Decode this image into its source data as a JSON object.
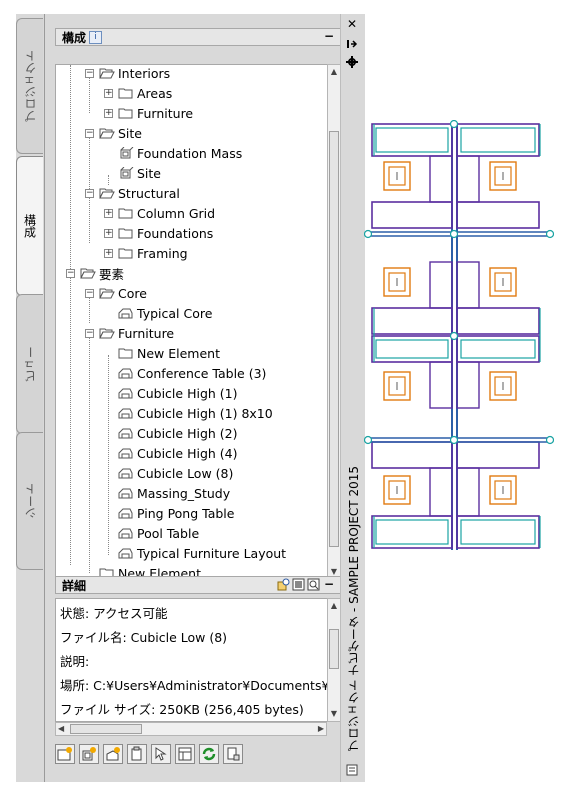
{
  "tabs": [
    {
      "label": "プロジェクト",
      "active": false
    },
    {
      "label": "構成",
      "active": true
    },
    {
      "label": "ビュー",
      "active": false
    },
    {
      "label": "シート",
      "active": false
    }
  ],
  "constructs": {
    "title": "構成",
    "info_icon": "i",
    "minimize": "−",
    "tree": [
      {
        "label": "Interiors",
        "icon": "folder-open-icon",
        "expander": "−",
        "level": 1
      },
      {
        "label": "Areas",
        "icon": "folder-icon",
        "expander": "+",
        "level": 2
      },
      {
        "label": "Furniture",
        "icon": "folder-icon",
        "expander": "+",
        "level": 2
      },
      {
        "label": "Site",
        "icon": "folder-open-icon",
        "expander": "−",
        "level": 1
      },
      {
        "label": "Foundation Mass",
        "icon": "construct-icon",
        "expander": "",
        "level": 2
      },
      {
        "label": "Site",
        "icon": "construct-icon",
        "expander": "",
        "level": 2
      },
      {
        "label": "Structural",
        "icon": "folder-open-icon",
        "expander": "−",
        "level": 1
      },
      {
        "label": "Column Grid",
        "icon": "folder-icon",
        "expander": "+",
        "level": 2
      },
      {
        "label": "Foundations",
        "icon": "folder-icon",
        "expander": "+",
        "level": 2
      },
      {
        "label": "Framing",
        "icon": "folder-icon",
        "expander": "+",
        "level": 2
      },
      {
        "label": "要素",
        "icon": "folder-open-icon",
        "expander": "−",
        "level": 0
      },
      {
        "label": "Core",
        "icon": "folder-open-icon",
        "expander": "−",
        "level": 1
      },
      {
        "label": "Typical Core",
        "icon": "element-icon",
        "expander": "",
        "level": 2
      },
      {
        "label": "Furniture",
        "icon": "folder-open-icon",
        "expander": "−",
        "level": 1
      },
      {
        "label": "New Element",
        "icon": "folder-icon",
        "expander": "",
        "level": 2
      },
      {
        "label": "Conference Table (3)",
        "icon": "element-icon",
        "expander": "",
        "level": 2
      },
      {
        "label": "Cubicle High (1)",
        "icon": "element-icon",
        "expander": "",
        "level": 2
      },
      {
        "label": "Cubicle High (1) 8x10",
        "icon": "element-icon",
        "expander": "",
        "level": 2
      },
      {
        "label": "Cubicle High (2)",
        "icon": "element-icon",
        "expander": "",
        "level": 2
      },
      {
        "label": "Cubicle High (4)",
        "icon": "element-icon",
        "expander": "",
        "level": 2
      },
      {
        "label": "Cubicle Low (8)",
        "icon": "element-icon",
        "expander": "",
        "level": 2
      },
      {
        "label": "Massing_Study",
        "icon": "element-icon",
        "expander": "",
        "level": 2
      },
      {
        "label": "Ping Pong Table",
        "icon": "element-icon",
        "expander": "",
        "level": 2
      },
      {
        "label": "Pool Table",
        "icon": "element-icon",
        "expander": "",
        "level": 2
      },
      {
        "label": "Typical Furniture Layout",
        "icon": "element-icon",
        "expander": "",
        "level": 2
      },
      {
        "label": "New Element",
        "icon": "folder-icon",
        "expander": "",
        "level": 1
      }
    ]
  },
  "details": {
    "title": "詳細",
    "minimize": "−",
    "rows": [
      "状態: アクセス可能",
      "ファイル名: Cubicle Low (8)",
      "説明:",
      "場所: C:¥Users¥Administrator¥Documents¥",
      "ファイル サイズ: 250KB (256,405 bytes)"
    ]
  },
  "palette_title": "プロジェクト ナビゲータ - SAMPLE PROJECT 2015",
  "strip_icons": [
    "close-icon",
    "pin-icon",
    "properties-icon"
  ],
  "toolbar_icons": [
    "add-category-icon",
    "add-construct-icon",
    "add-element-icon",
    "clipboard-icon",
    "select-icon",
    "grid-view-icon",
    "refresh-icon",
    "repath-icon"
  ],
  "colors": {
    "panel_bg": "#d9d9d9",
    "drawing_blue": "#2c5fa8",
    "drawing_purple": "#5b2fa0",
    "drawing_cyan": "#1aa3a3",
    "drawing_orange": "#e07a10",
    "refresh_green": "#1f8f2a"
  }
}
